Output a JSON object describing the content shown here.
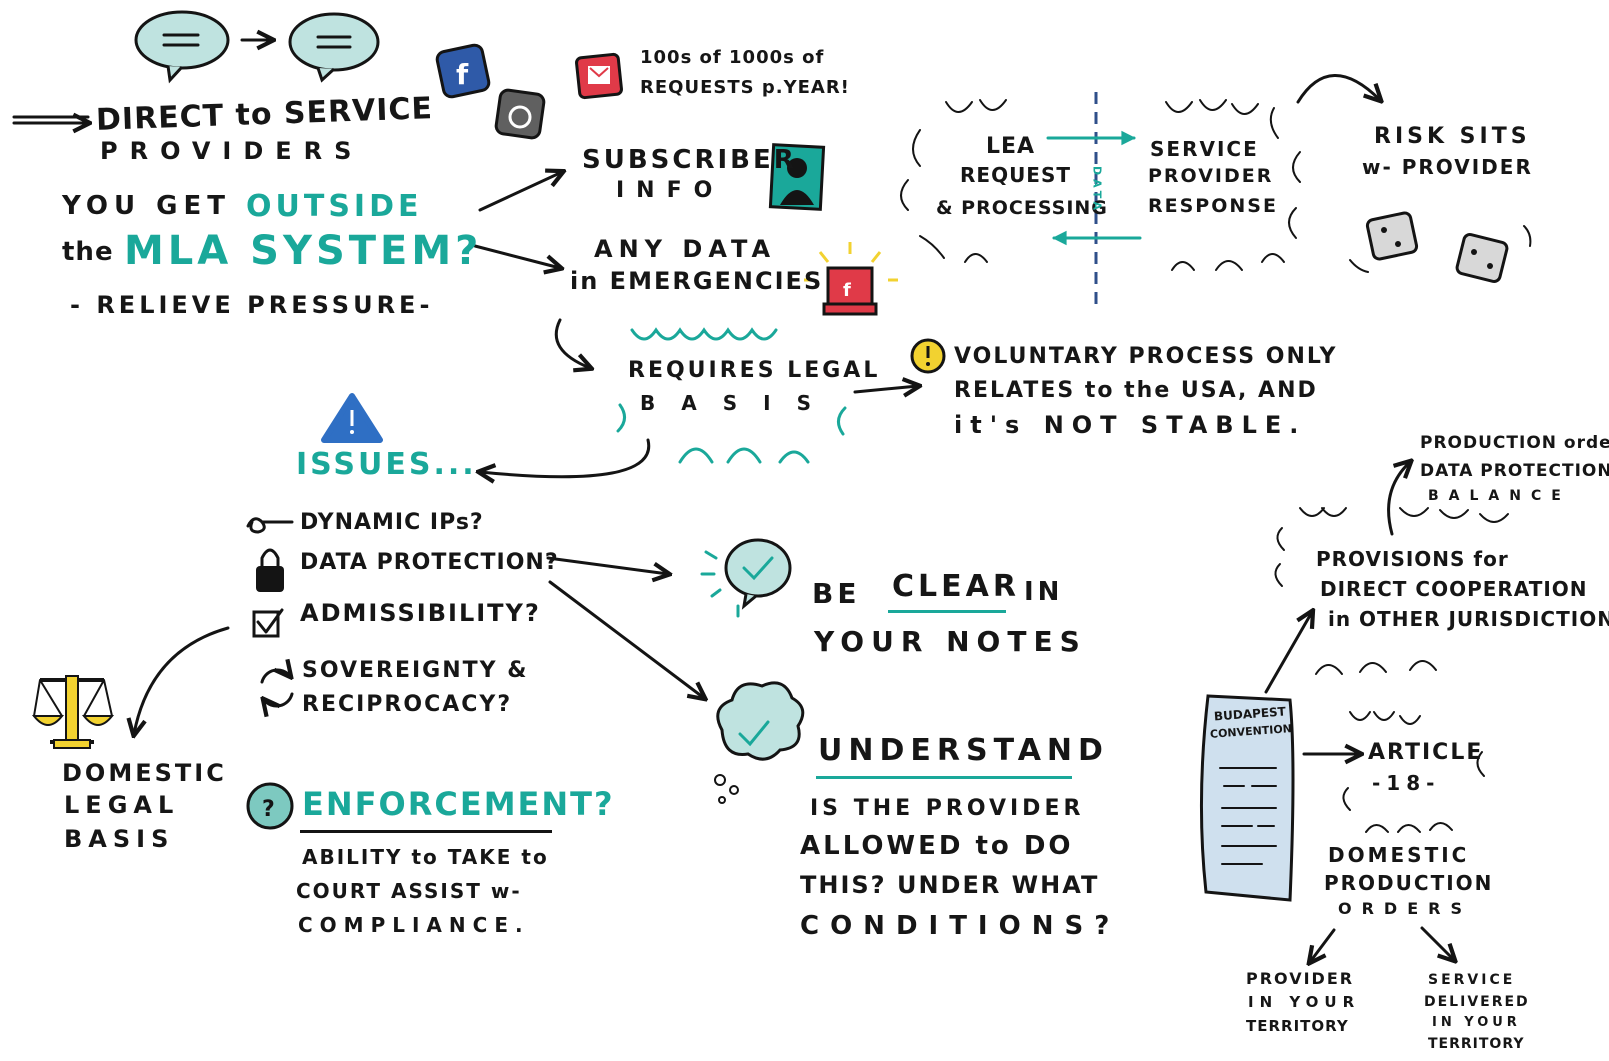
{
  "direct": {
    "line1": "DIRECT to SERVICE",
    "line2": "PROVIDERS",
    "you_get": "YOU GET",
    "outside": "OUTSIDE",
    "the": "the",
    "mla_system": "MLA SYSTEM?",
    "relieve": "- RELIEVE PRESSURE-"
  },
  "requests": {
    "line1": "100s of 1000s of",
    "line2": "REQUESTS p.YEAR!"
  },
  "subscriber": {
    "line1": "SUBSCRIBER",
    "line2": "INFO"
  },
  "emergency": {
    "line1": "ANY DATA",
    "line2": "in EMERGENCIES"
  },
  "legal_basis": {
    "line1": "REQUIRES LEGAL",
    "line2": "BASIS"
  },
  "flow": {
    "lea_line1": "LEA",
    "lea_line2": "REQUEST",
    "lea_line3": "& PROCESSING",
    "data_label": "DATA",
    "sp_line1": "SERVICE",
    "sp_line2": "PROVIDER",
    "sp_line3": "RESPONSE"
  },
  "risk": {
    "line1": "RISK SITS",
    "line2": "w- PROVIDER"
  },
  "voluntary": {
    "line1": "VOLUNTARY PROCESS ONLY",
    "line2": "RELATES to the USA, AND",
    "line3": "it's NOT STABLE."
  },
  "issues": {
    "title": "ISSUES...",
    "items": [
      "DYNAMIC IPs?",
      "DATA PROTECTION?",
      "ADMISSIBILITY?"
    ],
    "sovereignty_line1": "SOVEREIGNTY &",
    "sovereignty_line2": "RECIPROCACY?"
  },
  "domestic_legal": {
    "line1": "DOMESTIC",
    "line2": "LEGAL",
    "line3": "BASIS"
  },
  "enforcement": {
    "title": "ENFORCEMENT?",
    "line1": "ABILITY to TAKE to",
    "line2": "COURT ASSIST w-",
    "line3": "COMPLIANCE."
  },
  "clear": {
    "be": "BE",
    "clear": "CLEAR",
    "in": "IN",
    "line2": "YOUR NOTES"
  },
  "understand": {
    "title": "UNDERSTAND",
    "line1": "IS THE PROVIDER",
    "line2": "ALLOWED to DO",
    "line3": "THIS? UNDER WHAT",
    "line4": "CONDITIONS?"
  },
  "production": {
    "line1": "PRODUCTION order/",
    "line2": "DATA PROTECTION",
    "line3": "BALANCE"
  },
  "provisions": {
    "line1": "PROVISIONS for",
    "line2": "DIRECT COOPERATION",
    "line3": "in OTHER JURISDICTIONS"
  },
  "budapest": {
    "line1": "BUDAPEST",
    "line2": "CONVENTION"
  },
  "article": {
    "line1": "ARTICLE",
    "line2": "-18-"
  },
  "domestic_orders": {
    "line1": "DOMESTIC",
    "line2": "PRODUCTION",
    "line3": "ORDERS"
  },
  "provider_territory": {
    "line1": "PROVIDER",
    "line2": "IN YOUR",
    "line3": "TERRITORY"
  },
  "service_territory": {
    "line1": "SERVICE",
    "line2": "DELIVERED",
    "line3": "IN YOUR",
    "line4": "TERRITORY"
  },
  "icons": [
    "speech-bubble-icon",
    "facebook-icon",
    "apple-icon",
    "mail-icon",
    "person-photo-icon",
    "siren-icon",
    "warning-icon",
    "dynamic-ip-icon",
    "lock-icon",
    "checkbox-icon",
    "cycle-arrows-icon",
    "scales-icon",
    "question-icon",
    "chat-check-icon",
    "thought-check-icon",
    "document-icon",
    "dice-icon",
    "exclamation-icon"
  ],
  "colors": {
    "teal": "#1aa89a",
    "ink": "#141414",
    "bubble": "#bfe3e0",
    "doc": "#cfe0ee",
    "alert": "#e03a48",
    "scales": "#f2d230"
  }
}
